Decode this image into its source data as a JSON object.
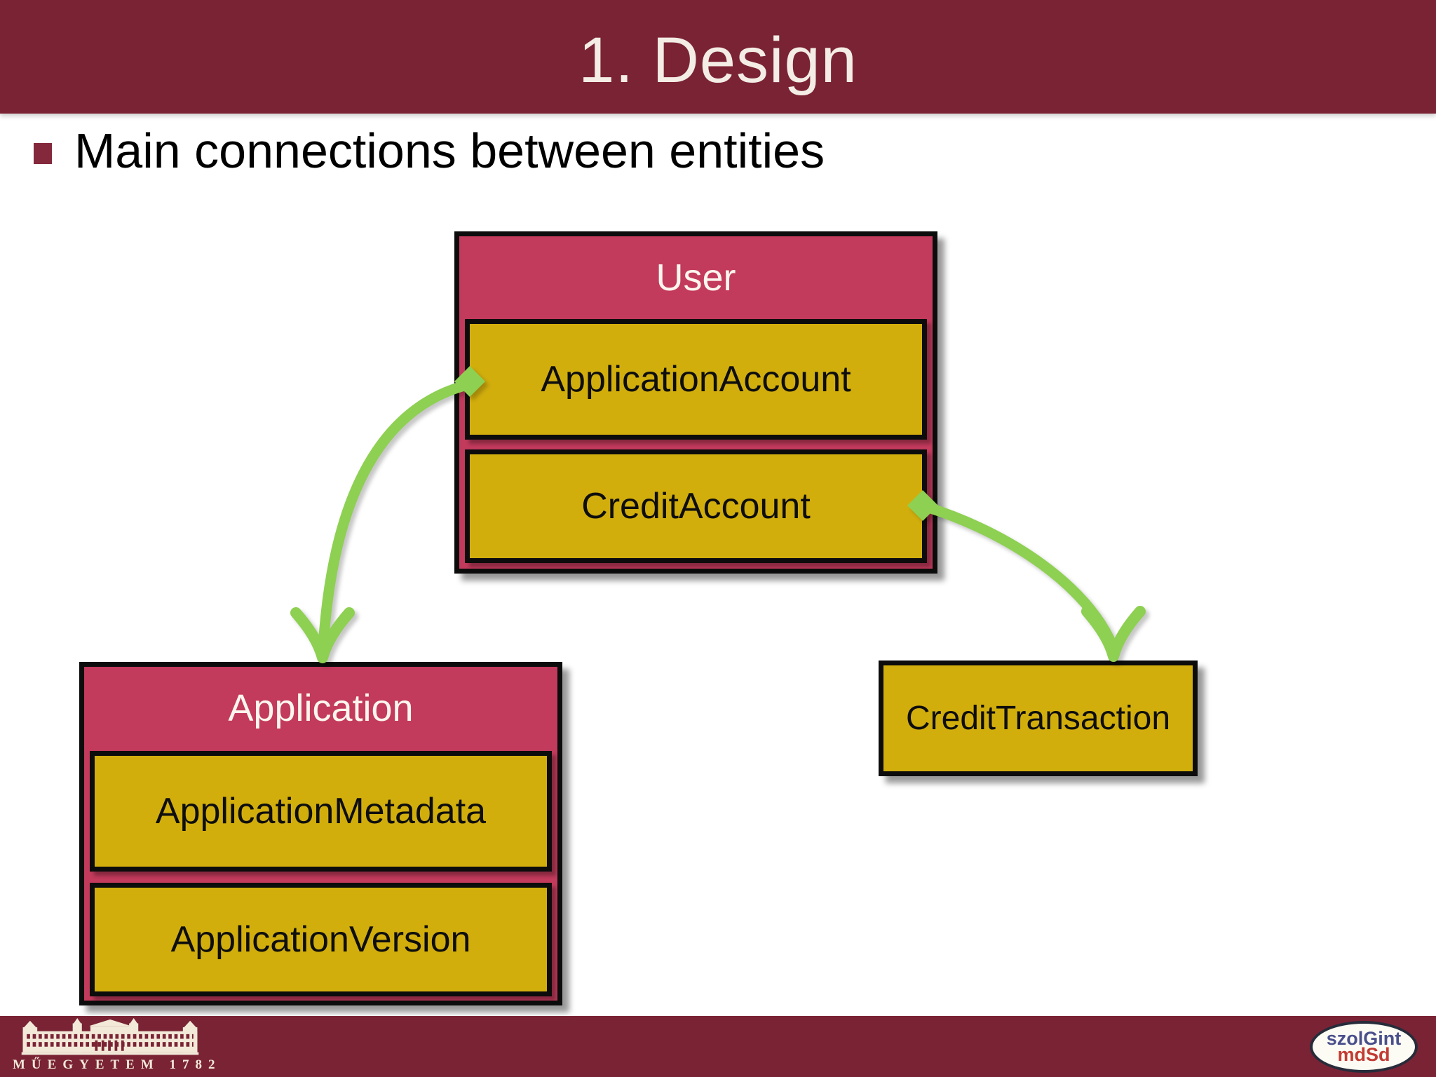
{
  "colors": {
    "maroon": "#7a2335",
    "crimson": "#c23a5c",
    "gold": "#d2ae0d",
    "green": "#8ed052",
    "ink": "#0c0c0c",
    "title-text": "#f3ede5"
  },
  "header": {
    "title": "1. Design"
  },
  "body": {
    "bullet": "Main connections between entities"
  },
  "diagram": {
    "groups": [
      {
        "id": "user",
        "title": "User",
        "children": [
          "ApplicationAccount",
          "CreditAccount"
        ]
      },
      {
        "id": "application",
        "title": "Application",
        "children": [
          "ApplicationMetadata",
          "ApplicationVersion"
        ]
      }
    ],
    "standalone_label": "CreditTransaction",
    "connections": [
      {
        "from": "ApplicationAccount",
        "to": "Application",
        "style": "green-curved-arrow-with-diamond"
      },
      {
        "from": "CreditAccount",
        "to": "CreditTransaction",
        "style": "green-curved-arrow-with-diamond"
      }
    ]
  },
  "footer": {
    "university_caption": "MŰEGYETEM 1782",
    "vendor_logo_line1": "szolGint",
    "vendor_logo_line2": "mdSd"
  }
}
